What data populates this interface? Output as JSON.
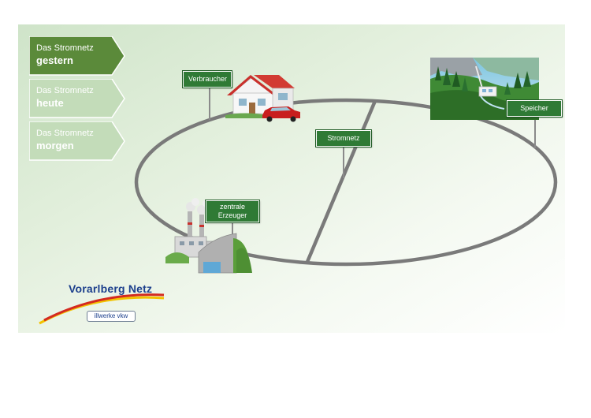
{
  "nav": {
    "tabs": [
      {
        "line1": "Das Stromnetz",
        "line2": "gestern",
        "state": "active"
      },
      {
        "line1": "Das Stromnetz",
        "line2": "heute",
        "state": "inactive"
      },
      {
        "line1": "Das Stromnetz",
        "line2": "morgen",
        "state": "inactive"
      }
    ]
  },
  "diagram": {
    "signs": {
      "consumer": "Verbraucher",
      "grid": "Stromnetz",
      "storage": "Speicher",
      "generator_line1": "zentrale",
      "generator_line2": "Erzeuger"
    },
    "icons": [
      "house-icon",
      "car-icon",
      "factory-icon",
      "hydro-storage-icon"
    ]
  },
  "logo": {
    "name": "Vorarlberg Netz",
    "sub": "illwerke vkw"
  },
  "colors": {
    "tab_active": "#5b8a3a",
    "tab_inactive": "#c3dcb9",
    "sign_green": "#2f7a35",
    "network_line": "#7a7a7a",
    "logo_blue": "#1c3f8c",
    "logo_red": "#d42a1f",
    "logo_yellow": "#f2c200"
  }
}
